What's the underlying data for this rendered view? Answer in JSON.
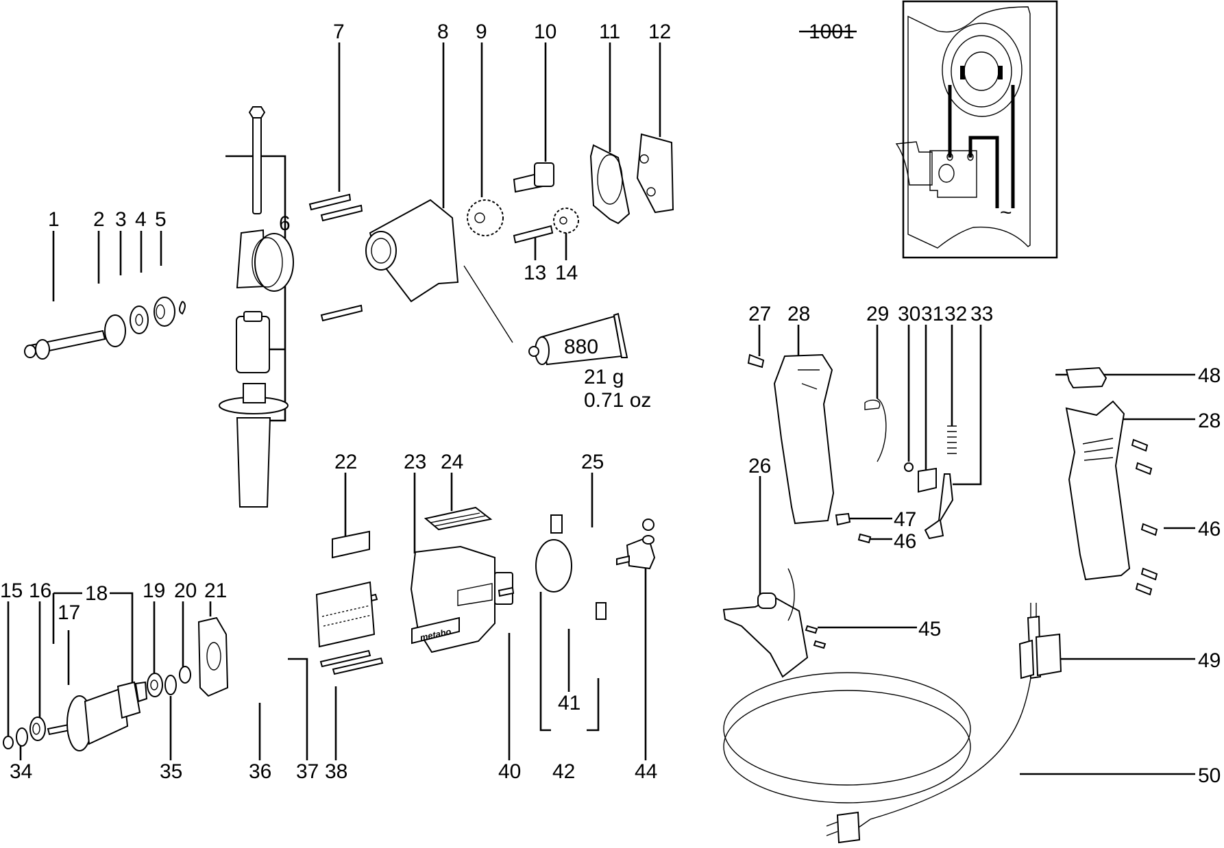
{
  "diagram": {
    "type": "exploded-parts-view",
    "brand_plate_text": "metabo",
    "grease": {
      "tube_label": "880",
      "weight_metric": "21 g",
      "weight_imperial": "0.71 oz"
    },
    "wiring_detail": {
      "label": "1001",
      "ac_symbol": "~"
    },
    "part_labels": {
      "p1": "1",
      "p2": "2",
      "p3": "3",
      "p4": "4",
      "p5": "5",
      "p6": "6",
      "p7": "7",
      "p8": "8",
      "p9": "9",
      "p10": "10",
      "p11": "11",
      "p12": "12",
      "p13": "13",
      "p14": "14",
      "p15": "15",
      "p16": "16",
      "p17": "17",
      "p18": "18",
      "p19": "19",
      "p20": "20",
      "p21": "21",
      "p22": "22",
      "p23": "23",
      "p24": "24",
      "p25": "25",
      "p26": "26",
      "p27": "27",
      "p28a": "28",
      "p28b": "28",
      "p29": "29",
      "p30": "30",
      "p31": "31",
      "p32": "32",
      "p33": "33",
      "p34": "34",
      "p35": "35",
      "p36": "36",
      "p37": "37",
      "p38": "38",
      "p40": "40",
      "p41": "41",
      "p42": "42",
      "p44": "44",
      "p45": "45",
      "p46a": "46",
      "p46b": "46",
      "p47": "47",
      "p48": "48",
      "p49": "49",
      "p50": "50"
    }
  }
}
